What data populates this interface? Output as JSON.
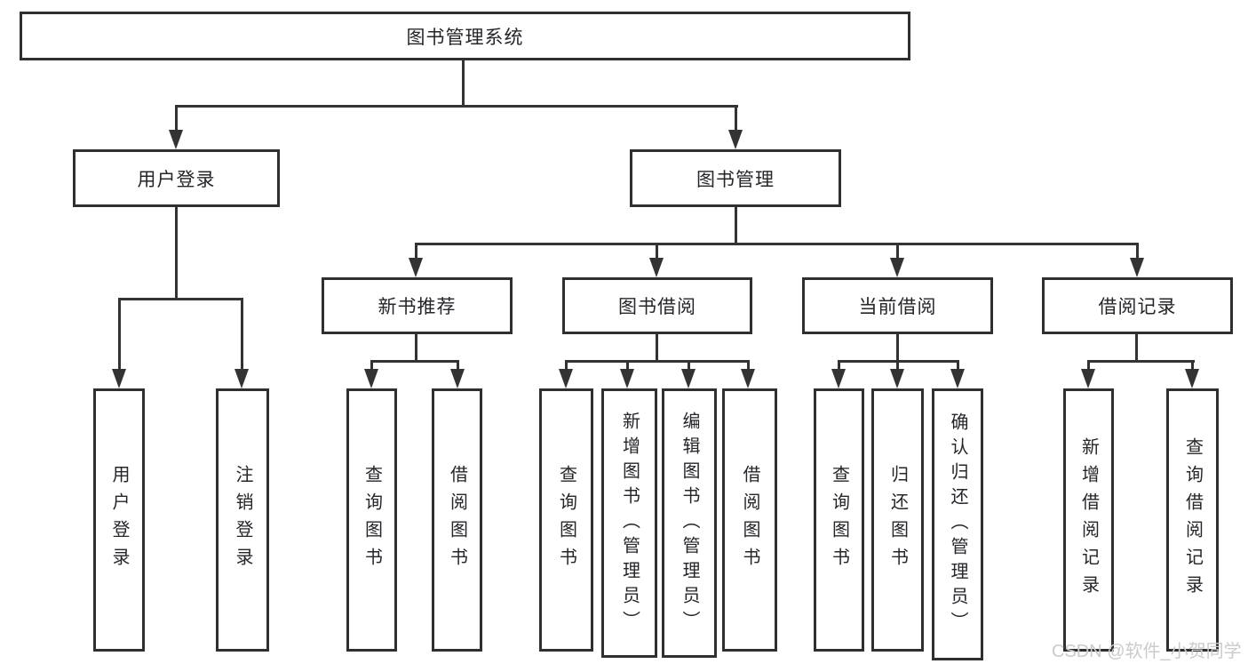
{
  "diagram_title": "图书管理系统",
  "watermark": "CSDN @软件_小贺同学",
  "colors": {
    "line": "#333333",
    "box_border": "#2f2f2f",
    "text": "#25252a",
    "watermark": "#cbcbcb",
    "background": "#ffffff"
  },
  "nodes": {
    "root": {
      "label": "图书管理系统"
    },
    "user_login": {
      "label": "用户登录"
    },
    "book_mgmt": {
      "label": "图书管理"
    },
    "new_books": {
      "label": "新书推荐"
    },
    "book_borrow": {
      "label": "图书借阅"
    },
    "current_borrow": {
      "label": "当前借阅"
    },
    "borrow_records": {
      "label": "借阅记录"
    },
    "leaves": {
      "login": "用户登录",
      "logout": "注销登录",
      "nb_query": "查询图书",
      "nb_borrow": "借阅图书",
      "bb_query": "查询图书",
      "bb_add": "新增图书（管理员）",
      "bb_edit": "编辑图书（管理员）",
      "bb_borrow": "借阅图书",
      "cb_query": "查询图书",
      "cb_return": "归还图书",
      "cb_confirm": "确认归还（管理员）",
      "br_add": "新增借阅记录",
      "br_query": "查询借阅记录"
    }
  }
}
